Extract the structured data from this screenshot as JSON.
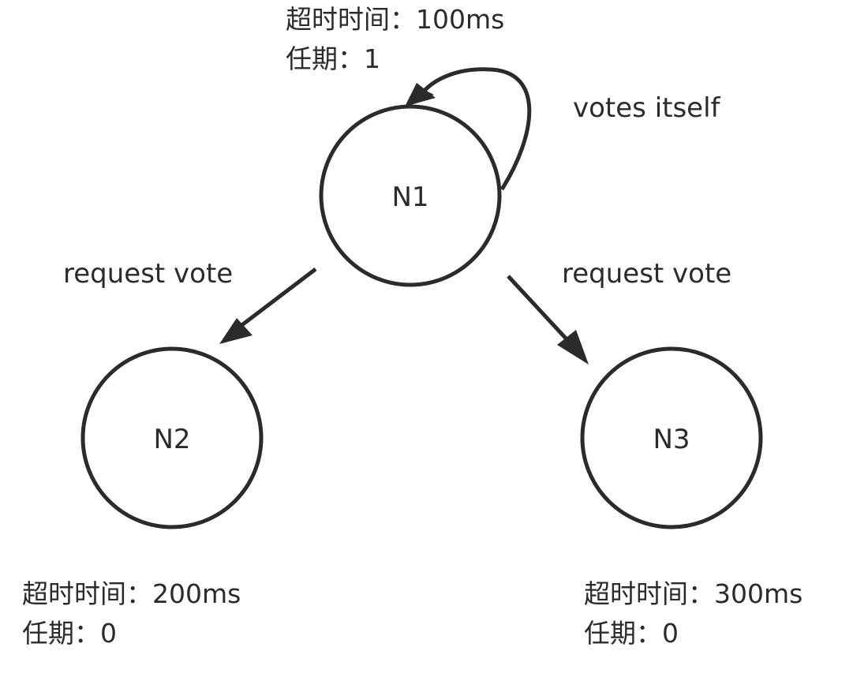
{
  "nodes": [
    {
      "id": "N1",
      "label": "N1",
      "timeout_label": "超时时间：100ms",
      "term_label": "任期：1"
    },
    {
      "id": "N2",
      "label": "N2",
      "timeout_label": "超时时间：200ms",
      "term_label": "任期：0"
    },
    {
      "id": "N3",
      "label": "N3",
      "timeout_label": "超时时间：300ms",
      "term_label": "任期：0"
    }
  ],
  "edges": [
    {
      "from": "N1",
      "to": "N1",
      "label": "votes itself"
    },
    {
      "from": "N1",
      "to": "N2",
      "label": "request vote"
    },
    {
      "from": "N1",
      "to": "N3",
      "label": "request vote"
    }
  ],
  "colors": {
    "stroke": "#2b2b2b",
    "background": "#ffffff"
  }
}
